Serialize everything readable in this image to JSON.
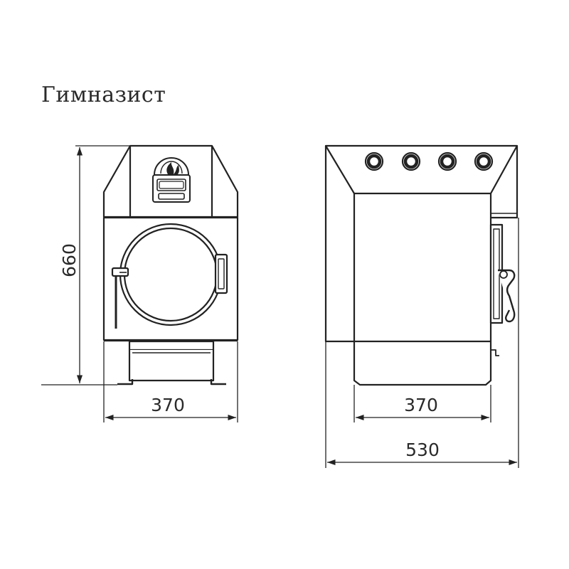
{
  "title": "Гимназист",
  "dimensions": {
    "height_front": "660",
    "width_front": "370",
    "width_side_inner": "370",
    "depth_side": "530"
  }
}
